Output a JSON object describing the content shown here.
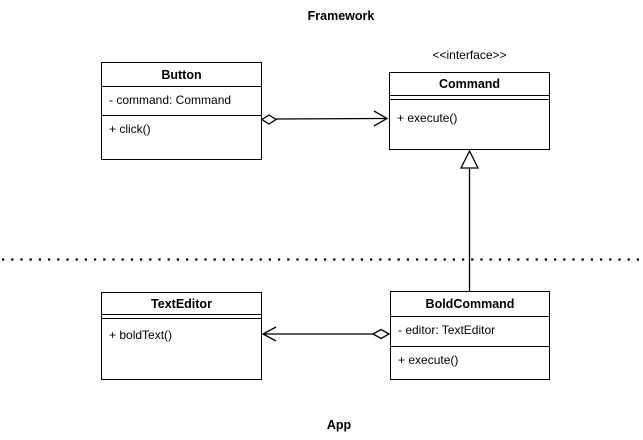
{
  "diagram": {
    "zones": {
      "framework": "Framework",
      "app": "App"
    },
    "classes": {
      "button": {
        "name": "Button",
        "attributes": [
          "- command: Command"
        ],
        "methods": [
          "+ click()"
        ]
      },
      "command": {
        "stereotype": "<<interface>>",
        "name": "Command",
        "attributes": [],
        "methods": [
          "+ execute()"
        ]
      },
      "texteditor": {
        "name": "TextEditor",
        "attributes": [],
        "methods": [
          "+ boldText()"
        ]
      },
      "boldcommand": {
        "name": "BoldCommand",
        "attributes": [
          "- editor: TextEditor"
        ],
        "methods": [
          "+ execute()"
        ]
      }
    },
    "relationships": [
      {
        "from": "Button",
        "to": "Command",
        "type": "aggregation",
        "markers": "hollow diamond at Button, open arrowhead at Command"
      },
      {
        "from": "BoldCommand",
        "to": "Command",
        "type": "generalization",
        "markers": "hollow triangle at Command, solid line"
      },
      {
        "from": "BoldCommand",
        "to": "TextEditor",
        "type": "aggregation",
        "markers": "hollow diamond at BoldCommand, open arrowhead at TextEditor"
      }
    ],
    "separator": {
      "style": "dotted",
      "orientation": "horizontal",
      "divides": "Framework above, App below"
    },
    "colors": {
      "line": "#000000",
      "fill": "#ffffff"
    }
  }
}
